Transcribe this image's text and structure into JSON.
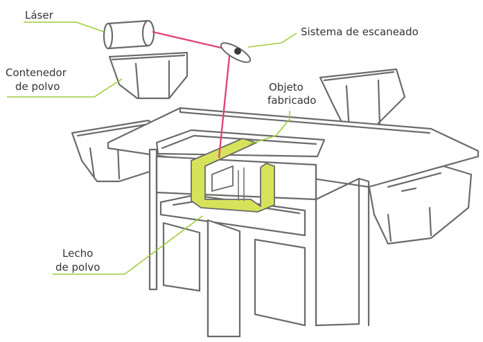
{
  "labels": {
    "laser": "Láser",
    "scanning_system": "Sistema de escaneado",
    "powder_container_1": "Contenedor",
    "powder_container_2": "de polvo",
    "fabricated_object_1": "Objeto",
    "fabricated_object_2": "fabricado",
    "powder_bed_1": "Lecho",
    "powder_bed_2": "de polvo"
  },
  "colors": {
    "laser_beam": "#e0457a",
    "object_fill": "#d6e35a",
    "leader_lines": "#9ccc3a",
    "outline": "#6a6a6a"
  }
}
